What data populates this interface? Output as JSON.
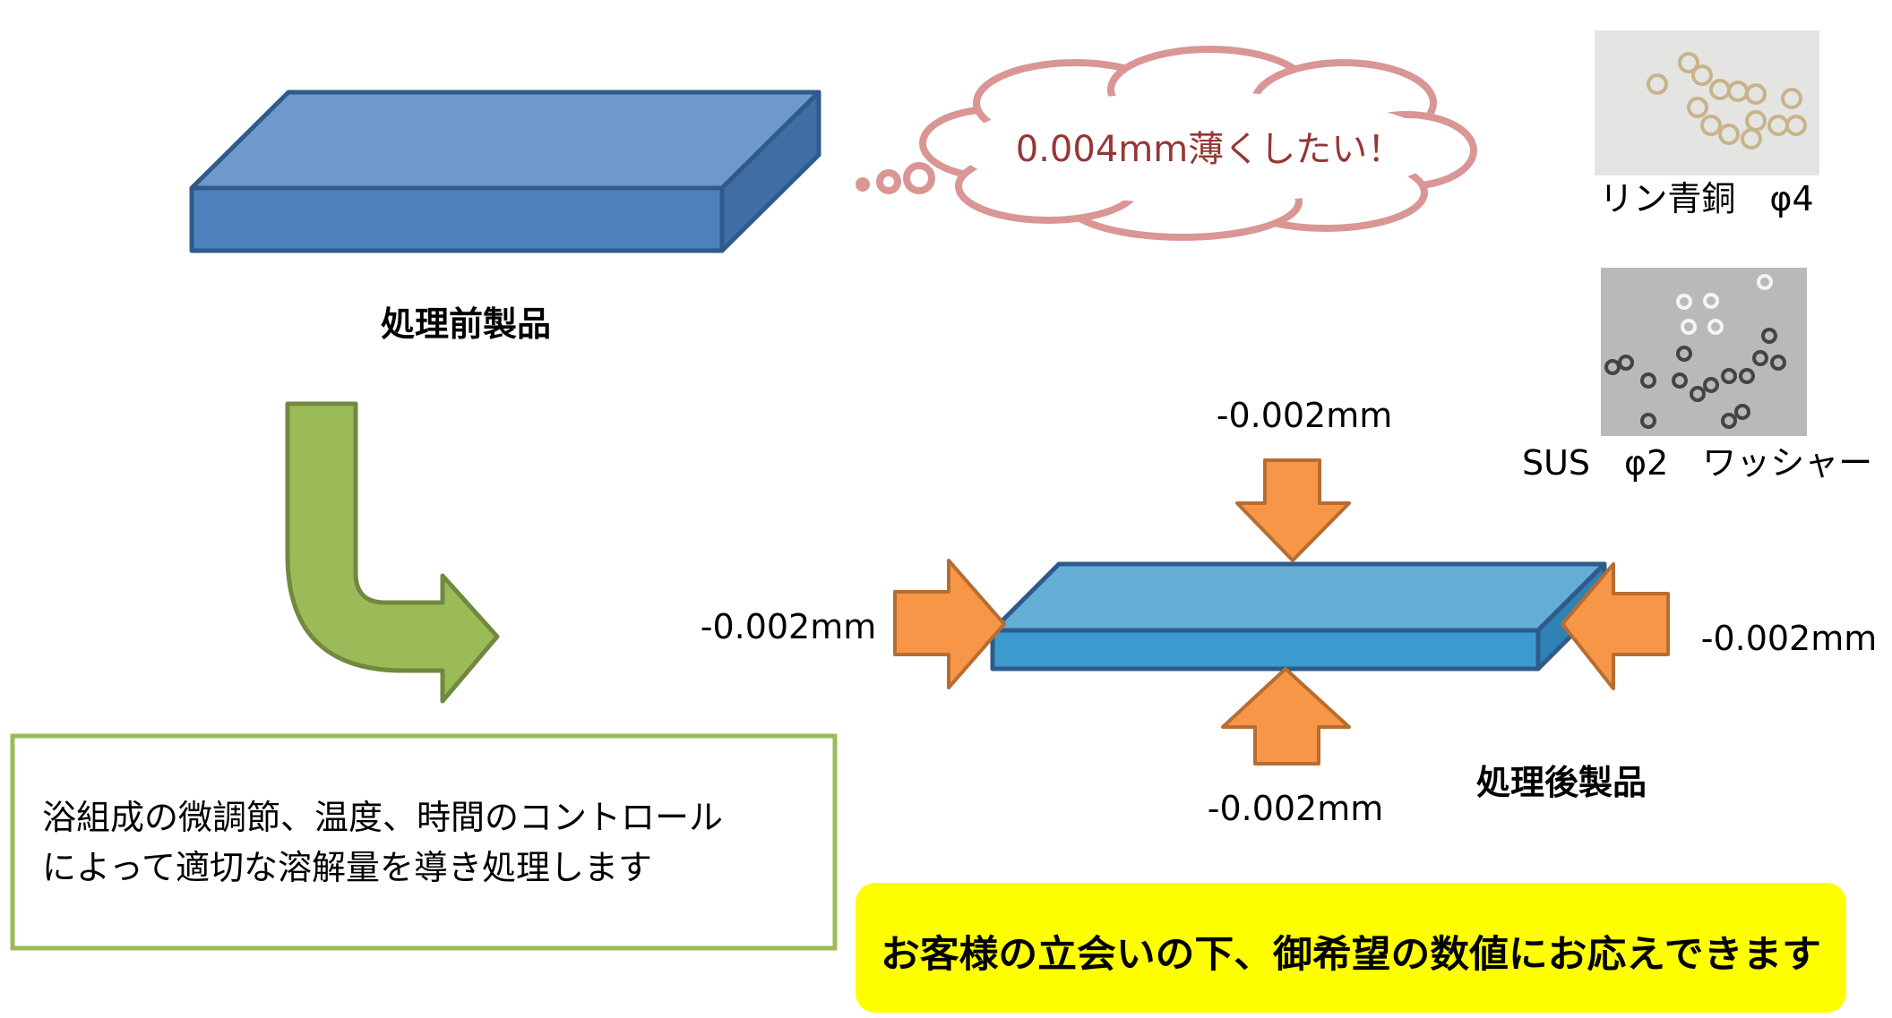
{
  "before": {
    "label": "処理前製品"
  },
  "thought": {
    "text": "0.004mm薄くしたい！"
  },
  "samples": [
    {
      "caption": "リン青銅　φ4"
    },
    {
      "caption": "SUS　φ2　ワッシャー"
    }
  ],
  "process": {
    "lines": [
      "浴組成の微調節、温度、時間のコントロール",
      "によって適切な溶解量を導き処理します"
    ]
  },
  "after": {
    "label": "処理後製品",
    "top": "-0.002mm",
    "left": "-0.002mm",
    "right": "-0.002mm",
    "bottom": "-0.002mm"
  },
  "callout": {
    "text": "お客様の立会いの下、御希望の数値にお応えできます"
  },
  "colors": {
    "slab_top": "#6f99cb",
    "slab_front": "#4f81bd",
    "arrow": "#f79646",
    "green": "#9bbb59",
    "yellow": "#ffff00",
    "thought_text": "#953735"
  }
}
